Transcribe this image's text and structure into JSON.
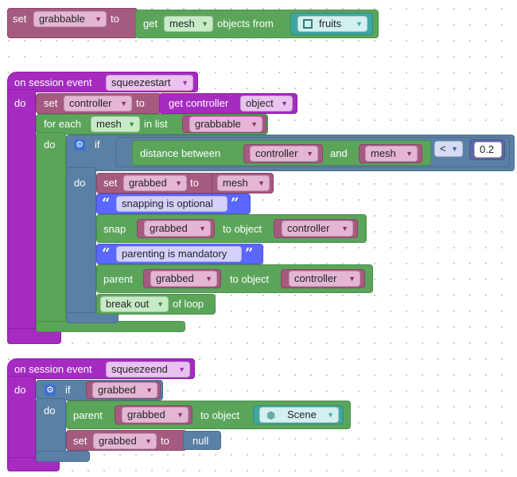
{
  "colors": {
    "variable": "#a55b80",
    "variable_dark": "#8a4468",
    "event": "#a52bc1",
    "event_dark": "#8c1fa6",
    "loop": "#5ba55b",
    "loop_dark": "#4a8f4a",
    "logic": "#5b80a5",
    "logic_dark": "#4a6d90",
    "text": "#5b67ff",
    "teal": "#3fa7a0"
  },
  "block1": {
    "set_label": "set",
    "var": "grabbable",
    "to_label": "to",
    "get_label": "get",
    "get_type": "mesh",
    "objects_from_label": "objects from",
    "source": "fruits",
    "source_icon": "group-icon"
  },
  "block2": {
    "on_label": "on session event",
    "event": "squeezestart",
    "do_label": "do",
    "set_label": "set",
    "set_var": "controller",
    "to_label": "to",
    "get_controller_label": "get controller",
    "get_controller_value": "object",
    "foreach_label": "for each",
    "foreach_var": "mesh",
    "in_list_label": "in list",
    "list_var": "grabbable",
    "loop_do": "do",
    "if_label": "if",
    "distance_label": "distance between",
    "dist_a": "controller",
    "and_label": "and",
    "dist_b": "mesh",
    "compare_op": "<",
    "compare_value": "0.2",
    "if_do": "do",
    "set2_label": "set",
    "set2_var": "grabbed",
    "set2_to": "to",
    "set2_value": "mesh",
    "comment1": "snapping is optional",
    "snap_label": "snap",
    "snap_var": "grabbed",
    "to_object_label": "to object",
    "snap_target": "controller",
    "comment2": "parenting is mandatory",
    "parent_label": "parent",
    "parent_var": "grabbed",
    "parent_to_object": "to object",
    "parent_target": "controller",
    "break_label": "break out",
    "of_loop_label": "of loop"
  },
  "block3": {
    "on_label": "on session event",
    "event": "squeezeend",
    "do_label": "do",
    "if_label": "if",
    "cond_var": "grabbed",
    "if_do": "do",
    "parent_label": "parent",
    "parent_var": "grabbed",
    "to_object_label": "to object",
    "scene_label": "Scene",
    "scene_icon": "cube-icon",
    "set_label": "set",
    "set_var": "grabbed",
    "to_label": "to",
    "null_label": "null"
  }
}
